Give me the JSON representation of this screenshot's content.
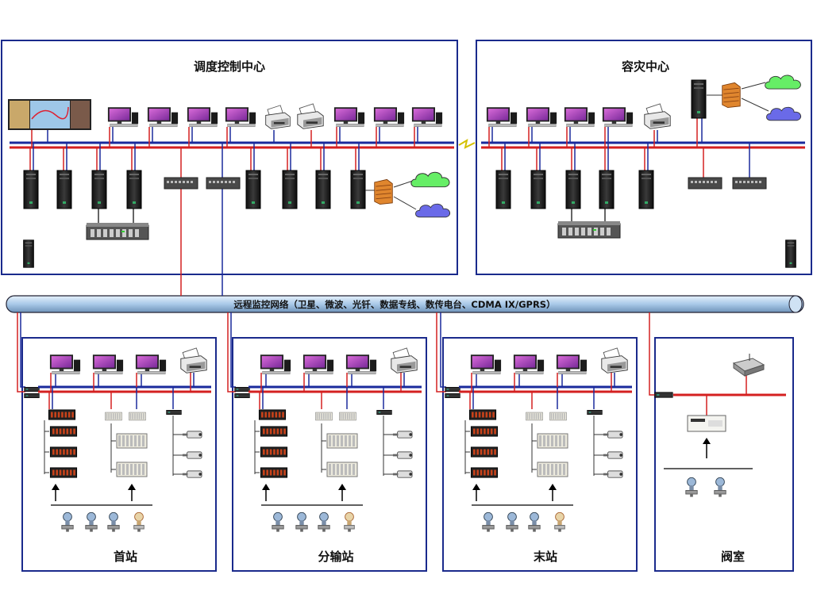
{
  "panels": {
    "dispatch_center": "调度控制中心",
    "disaster_center": "容灾中心",
    "first_station": "首站",
    "branch_station": "分输站",
    "end_station": "末站",
    "valve_room": "阀室"
  },
  "network": {
    "label": "远程监控网络（卫星、微波、光钎、数据专线、数传电台、CDMA IX/GPRS）"
  },
  "colors": {
    "frame": "#1a2a8c",
    "red_bus": "#d42020",
    "blue_bus": "#1a2a9c",
    "pipe": "#a9c9e8",
    "cloud_green": "#66ee66",
    "cloud_blue": "#6a6ae8",
    "firewall": "#e0862e"
  },
  "icons": [
    "video-wall-icon",
    "workstation-icon",
    "printer-icon",
    "server-tower-icon",
    "storage-array-icon",
    "network-switch-icon",
    "firewall-icon",
    "cloud-icon",
    "plc-rack-icon",
    "io-module-icon",
    "camera-icon",
    "gauge-icon",
    "router-icon"
  ]
}
